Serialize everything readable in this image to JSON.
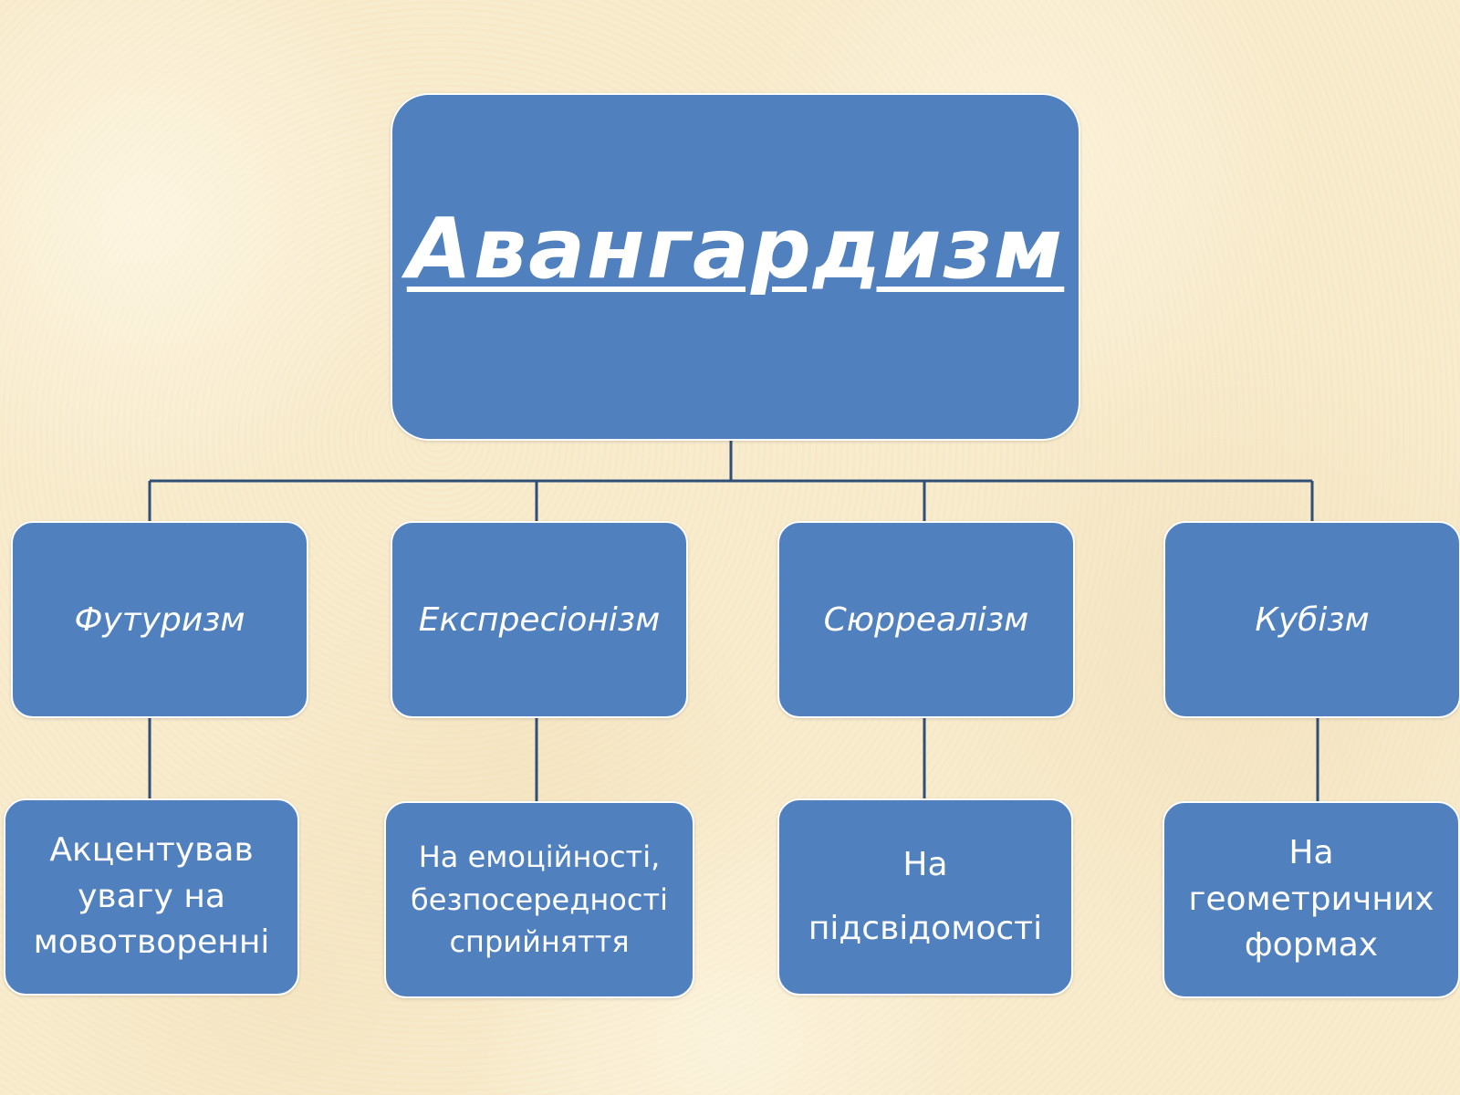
{
  "root": {
    "title": "Авангардизм"
  },
  "movements": [
    {
      "name": "Футуризм",
      "description": "Акцентував увагу на мовотворенні"
    },
    {
      "name": "Експресіонізм",
      "description": "На емоційності, безпосередності сприйняття"
    },
    {
      "name": "Сюрреалізм",
      "description": "На підсвідомості"
    },
    {
      "name": "Кубізм",
      "description": "На геометричних формах"
    }
  ],
  "colors": {
    "node_fill": "#5081be",
    "node_border": "#ffffff",
    "connector": "#2f4f77",
    "background": "#f8ebcb"
  }
}
